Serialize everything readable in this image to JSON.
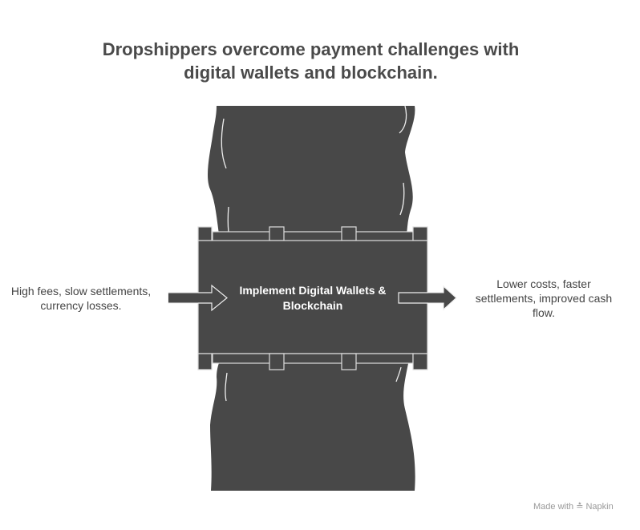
{
  "title": {
    "line1": "Dropshippers overcome payment challenges with",
    "line2": "digital wallets and blockchain."
  },
  "input_text": {
    "line1": "High fees, slow settlements,",
    "line2": "currency losses."
  },
  "center_label": {
    "line1": "Implement Digital Wallets &",
    "line2": "Blockchain"
  },
  "output_text": {
    "line1": "Lower costs, faster",
    "line2": "settlements, improved cash",
    "line3": "flow."
  },
  "watermark": {
    "prefix": "Made with",
    "brand": "Napkin",
    "icon": "napkin-logo-icon"
  },
  "colors": {
    "shape": "#484848",
    "outline": "#dddddd",
    "text": "#444444"
  }
}
